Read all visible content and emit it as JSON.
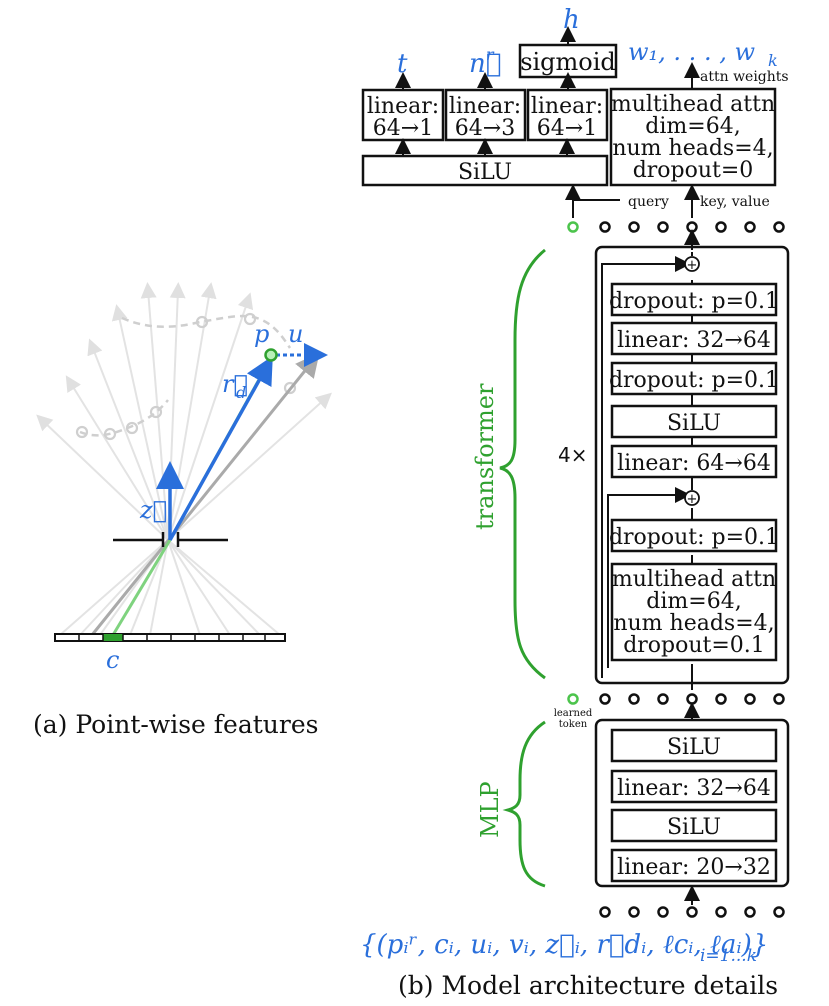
{
  "colors": {
    "blue": "#2a6fdb",
    "green": "#2fa12f",
    "light_green": "#7fd37f",
    "black": "#111111",
    "gray": "#aaaaaa",
    "light_gray": "#d8d8d8"
  },
  "panel_a": {
    "caption": "(a) Point-wise features",
    "label_p": "p",
    "label_u": "u",
    "label_rd": "r⃗",
    "label_rd_sub": "d",
    "label_z": "z⃗",
    "label_c": "c"
  },
  "panel_b": {
    "caption": "(b) Model architecture details",
    "outputs": {
      "t": "t",
      "n": "n⃗",
      "n_sup": "r",
      "h": "h",
      "w": "w₁, . . . , w",
      "w_sub": "k"
    },
    "head": {
      "sigmoid": "sigmoid",
      "linear1_line1": "linear:",
      "linear1_line2": "64→1",
      "linear2_line1": "linear:",
      "linear2_line2": "64→3",
      "linear3_line1": "linear:",
      "linear3_line2": "64→1",
      "silu": "SiLU",
      "attn_line1": "multihead attn",
      "attn_line2": "dim=64,",
      "attn_line3": "num heads=4,",
      "attn_line4": "dropout=0",
      "attn_weights": "attn weights",
      "query": "query",
      "key_value": "key, value"
    },
    "transformer": {
      "label": "transformer",
      "repeat": "4×",
      "dropout_top": "dropout: p=0.1",
      "linear_32_64": "linear: 32→64",
      "dropout_mid": "dropout: p=0.1",
      "silu": "SiLU",
      "linear_64_64": "linear: 64→64",
      "dropout_low": "dropout: p=0.1",
      "attn_line1": "multihead attn",
      "attn_line2": "dim=64,",
      "attn_line3": "num heads=4,",
      "attn_line4": "dropout=0.1"
    },
    "learned_token_line1": "learned",
    "learned_token_line2": "token",
    "mlp": {
      "label": "MLP",
      "silu_top": "SiLU",
      "linear_32_64": "linear: 32→64",
      "silu_bottom": "SiLU",
      "linear_20_32": "linear: 20→32"
    },
    "input_formula": "{(pᵢʳ, cᵢ, uᵢ, vᵢ, z⃗ᵢ, r⃗dᵢ, ℓcᵢ, ℓaᵢ)}",
    "input_formula_sub": "i=1...k"
  }
}
